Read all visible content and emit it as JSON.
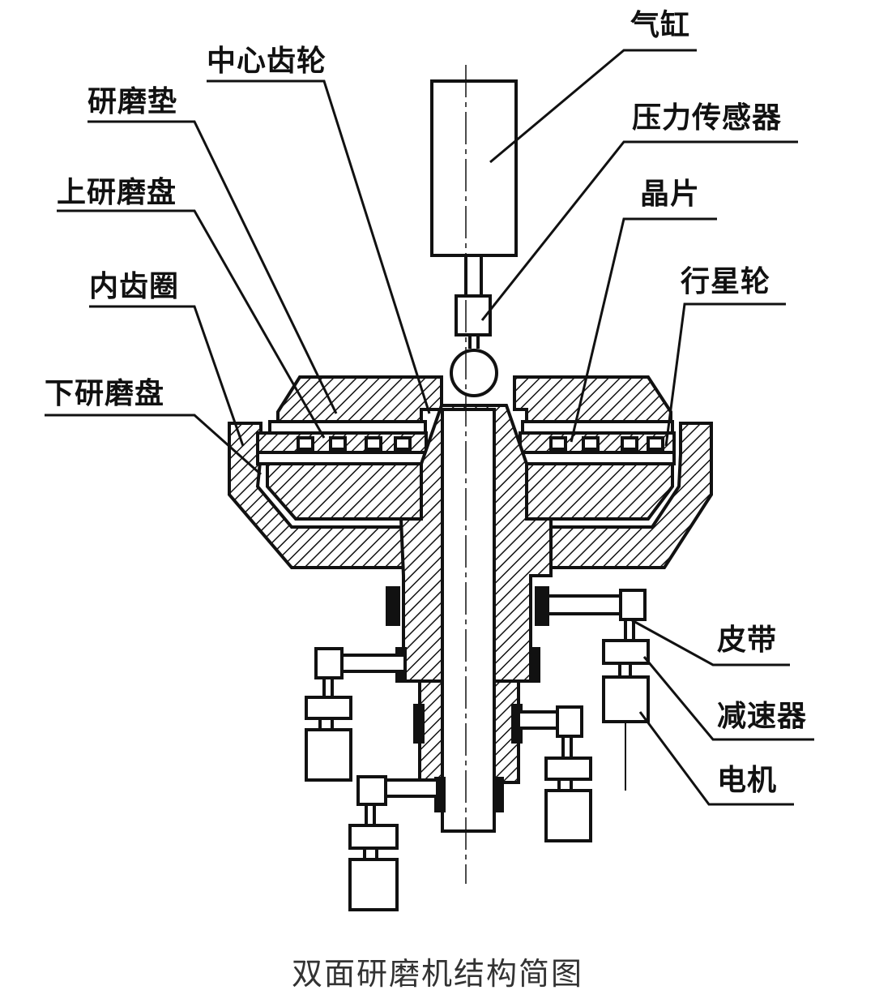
{
  "labels": {
    "cylinder": "气缸",
    "sun_gear": "中心齿轮",
    "pressure_sensor": "压力传感器",
    "polishing_pad": "研磨垫",
    "upper_plate": "上研磨盘",
    "wafer": "晶片",
    "inner_ring_gear": "内齿圈",
    "planet_gear": "行星轮",
    "lower_plate": "下研磨盘",
    "belt": "皮带",
    "reducer": "减速器",
    "motor": "电机"
  },
  "caption": "双面研磨机结构简图",
  "colors": {
    "line": "#111111",
    "background": "#ffffff"
  }
}
